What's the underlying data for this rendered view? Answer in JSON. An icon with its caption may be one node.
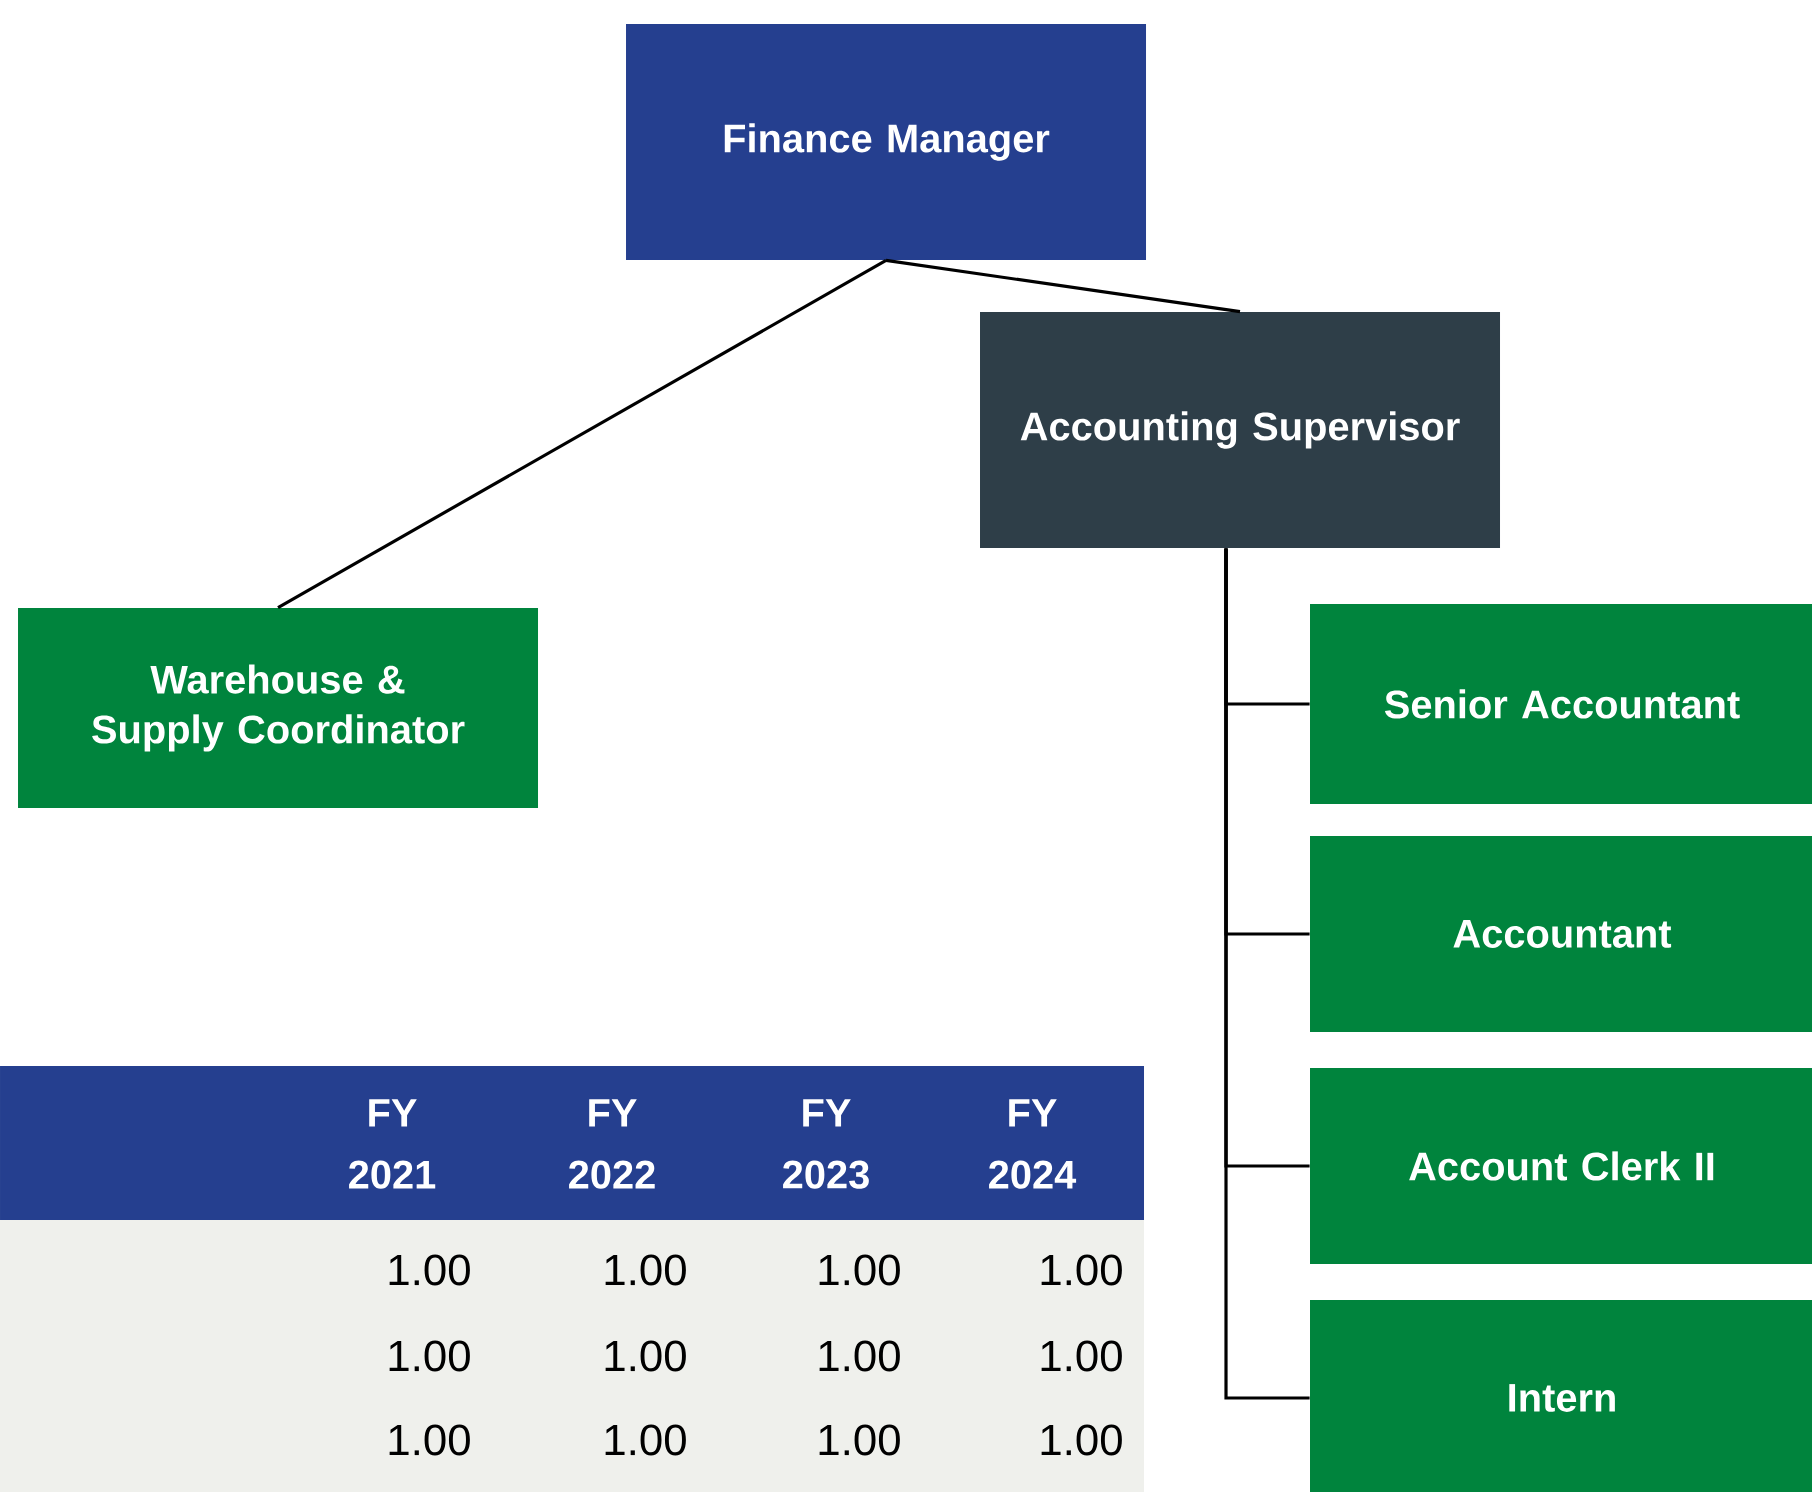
{
  "diagram": {
    "nodes": [
      {
        "text": [
          "Finance Manager"
        ]
      },
      {
        "text": [
          "Accounting Supervisor"
        ]
      },
      {
        "text": [
          "Warehouse & Supply Coordinator"
        ]
      },
      {
        "text": [
          "Senior Accountant"
        ]
      },
      {
        "text": [
          "Accountant"
        ]
      },
      {
        "text": [
          "Account Clerk II"
        ]
      },
      {
        "text": [
          "Intern"
        ]
      }
    ],
    "edges": [
      {
        "from": 0,
        "to": 1,
        "arrow": "none"
      },
      {
        "from": 0,
        "to": 2,
        "arrow": "none"
      },
      {
        "from": 1,
        "to": 3,
        "arrow": "none"
      },
      {
        "from": 1,
        "to": 4,
        "arrow": "none"
      },
      {
        "from": 1,
        "to": 5,
        "arrow": "none"
      },
      {
        "from": 1,
        "to": 6,
        "arrow": "none"
      }
    ],
    "labels": [
      "FY 2021",
      "FY 2022",
      "FY 2023",
      "FY 2024",
      "1.00",
      "1.00",
      "1.00",
      "1.00",
      "1.00",
      "1.00",
      "1.00",
      "1.00",
      "1.00",
      "1.00",
      "1.00",
      "1.00"
    ]
  }
}
